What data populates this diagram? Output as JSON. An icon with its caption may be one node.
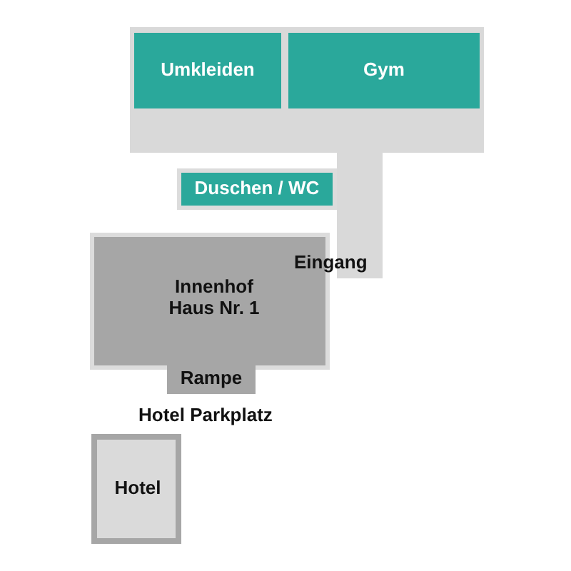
{
  "diagram": {
    "nodes": [
      {
        "text": [],
        "shape": "box"
      },
      {
        "text": [
          "Umkleiden"
        ],
        "in": 0
      },
      {
        "text": [
          "Gym"
        ],
        "in": 0
      },
      {
        "text": [],
        "shape": "box"
      },
      {
        "text": [
          "Duschen / WC"
        ]
      },
      {
        "text": [
          "Innenhof Haus Nr. 1"
        ]
      },
      {
        "text": [
          "Rampe"
        ]
      },
      {
        "text": [
          "Hotel"
        ]
      }
    ],
    "labels": [
      "Eingang",
      "Hotel Parkplatz"
    ]
  }
}
